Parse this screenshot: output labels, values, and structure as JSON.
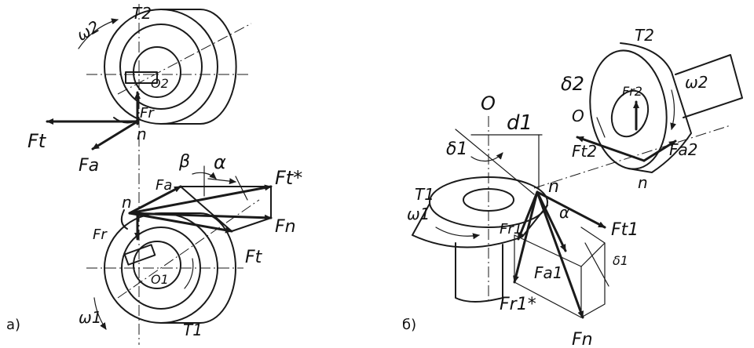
{
  "panel_a": {
    "caption": "a)",
    "upper_gear": {
      "name": "T2",
      "angular_velocity": "ω2",
      "center": "O2"
    },
    "lower_gear": {
      "name": "T1",
      "angular_velocity": "ω1",
      "center": "O1"
    },
    "forces": {
      "upper_tangential": "Ft",
      "upper_axial": "Fa",
      "upper_radial": "Fr",
      "lower_radial": "Fr",
      "lower_axial": "Fa",
      "lower_tangential": "Ft",
      "normal": "Fn",
      "tangential_star": "Ft*"
    },
    "point_upper": "n",
    "point_lower": "n",
    "angle_beta": "β",
    "angle_alpha": "α"
  },
  "panel_b": {
    "caption": "б)",
    "axis_label": "O",
    "diameter": "d1",
    "angle_delta1": "δ1",
    "angle_delta2": "δ2",
    "gear1": {
      "name": "T1",
      "angular_velocity": "ω1"
    },
    "gear2": {
      "name": "T2",
      "angular_velocity": "ω2"
    },
    "point_top": "n",
    "point_right": "n",
    "axis_right": "O",
    "forces": {
      "r1": "Fr1",
      "t1": "Ft1",
      "a1": "Fa1",
      "n": "Fn",
      "r1_star": "Fr1*",
      "r2": "Fr2",
      "t2": "Ft2",
      "a2": "Fa2"
    },
    "angle_alpha": "α",
    "angle_delta1_small": "δ1"
  },
  "colors": {
    "ink": "#1a1a1a",
    "background": "#ffffff"
  }
}
